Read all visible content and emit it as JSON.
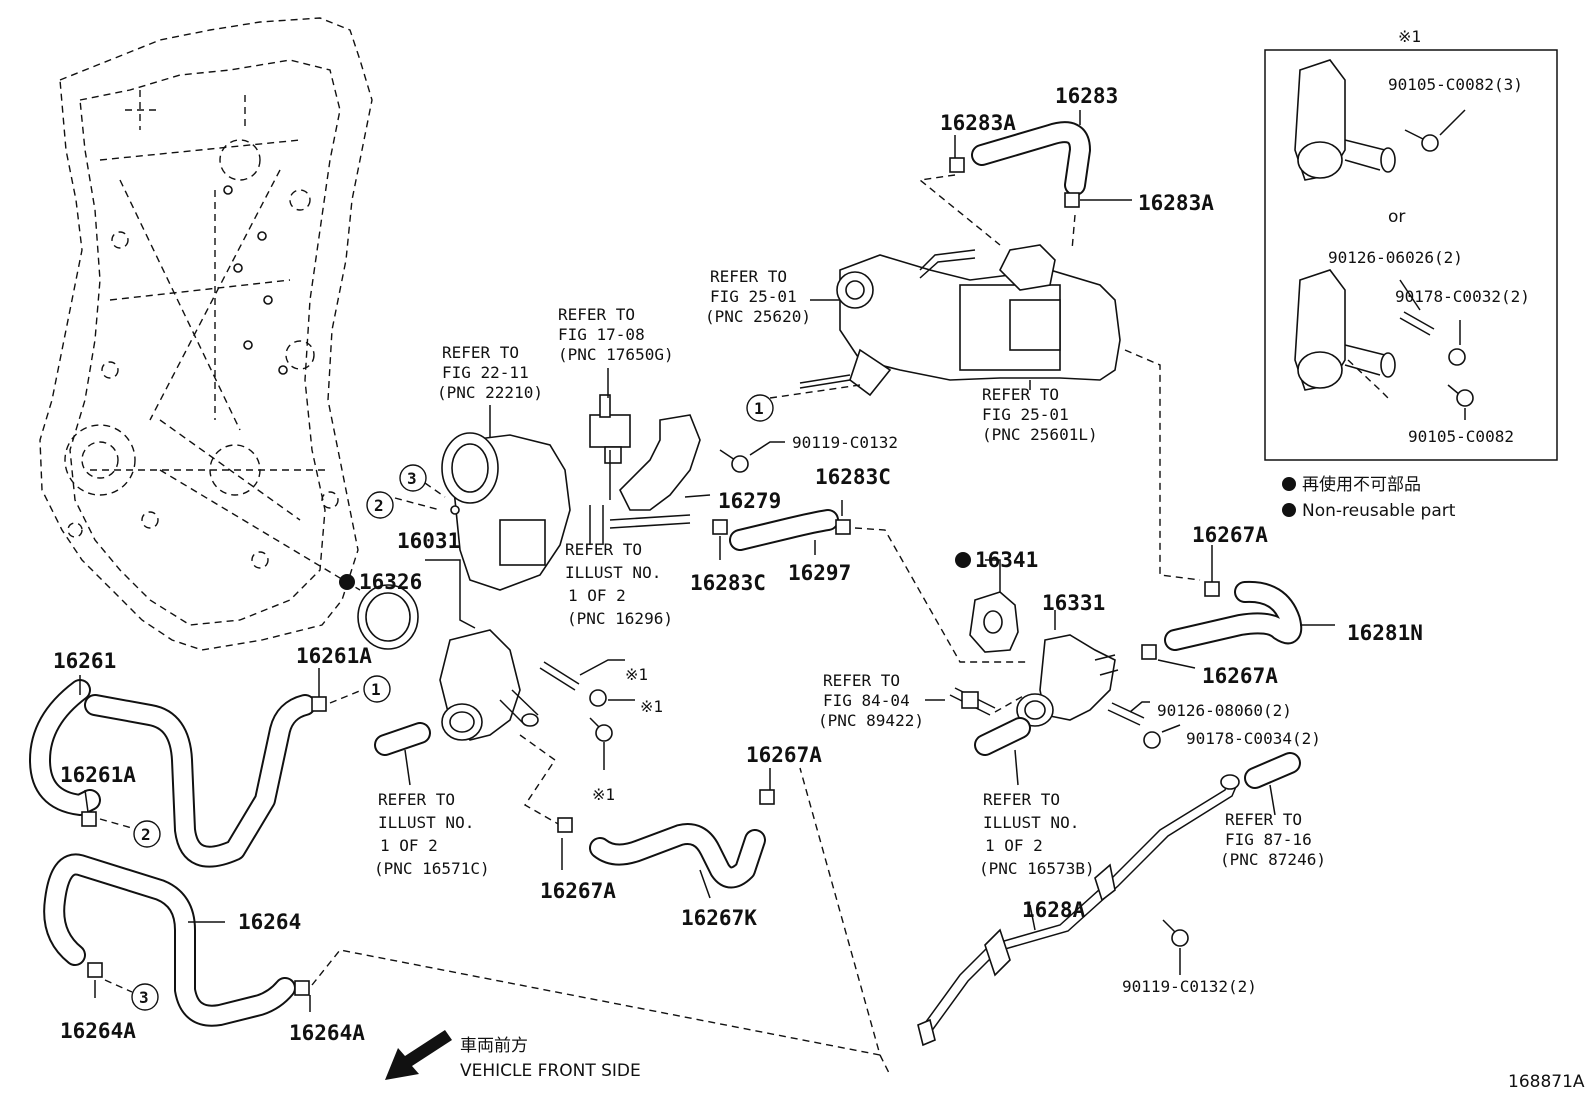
{
  "parts": {
    "p16283": "16283",
    "p16283A_1": "16283A",
    "p16283A_2": "16283A",
    "p16279": "16279",
    "p16283C_1": "16283C",
    "p16283C_2": "16283C",
    "p16297": "16297",
    "p16031": "16031",
    "p16326": "16326",
    "p16341": "16341",
    "p16331": "16331",
    "p16267A_1": "16267A",
    "p16267A_2": "16267A",
    "p16267A_3": "16267A",
    "p16267A_4": "16267A",
    "p16281N": "16281N",
    "p16261": "16261",
    "p16261A_1": "16261A",
    "p16261A_2": "16261A",
    "p16264": "16264",
    "p16264A_1": "16264A",
    "p16264A_2": "16264A",
    "p16267K": "16267K",
    "p1628A": "1628A",
    "b90119_C0132": "90119-C0132",
    "b90119_C0132_2": "90119-C0132(2)",
    "b90126_08060": "90126-08060(2)",
    "b90178_C0034": "90178-C0034(2)"
  },
  "refs": {
    "r25620": [
      "REFER TO",
      "FIG 25-01",
      "(PNC 25620)"
    ],
    "r25601L": [
      "REFER TO",
      "FIG 25-01",
      "(PNC 25601L)"
    ],
    "r17650G": [
      "REFER TO",
      "FIG 17-08",
      "(PNC 17650G)"
    ],
    "r22210": [
      "REFER TO",
      "FIG 22-11",
      "(PNC 22210)"
    ],
    "r16296": [
      "REFER TO",
      "ILLUST NO.",
      "1 OF 2",
      "(PNC 16296)"
    ],
    "r89422": [
      "REFER TO",
      "FIG 84-04",
      "(PNC 89422)"
    ],
    "r16571C": [
      "REFER TO",
      "ILLUST NO.",
      "1 OF 2",
      "(PNC 16571C)"
    ],
    "r16573B": [
      "REFER TO",
      "ILLUST NO.",
      "1 OF 2",
      "(PNC 16573B)"
    ],
    "r87246": [
      "REFER TO",
      "FIG 87-16",
      "(PNC 87246)"
    ]
  },
  "marks": {
    "m1": "※1",
    "c1": "1",
    "c2": "2",
    "c3": "3"
  },
  "inset": {
    "title": "※1",
    "or": "or",
    "b1": "90105-C0082(3)",
    "b2": "90126-06026(2)",
    "b3": "90178-C0032(2)",
    "b4": "90105-C0082"
  },
  "legend": {
    "jp": "再使用不可部品",
    "en": "Non-reusable part"
  },
  "front": {
    "jp": "車両前方",
    "en": "VEHICLE FRONT SIDE"
  },
  "diagram_id": "168871A"
}
